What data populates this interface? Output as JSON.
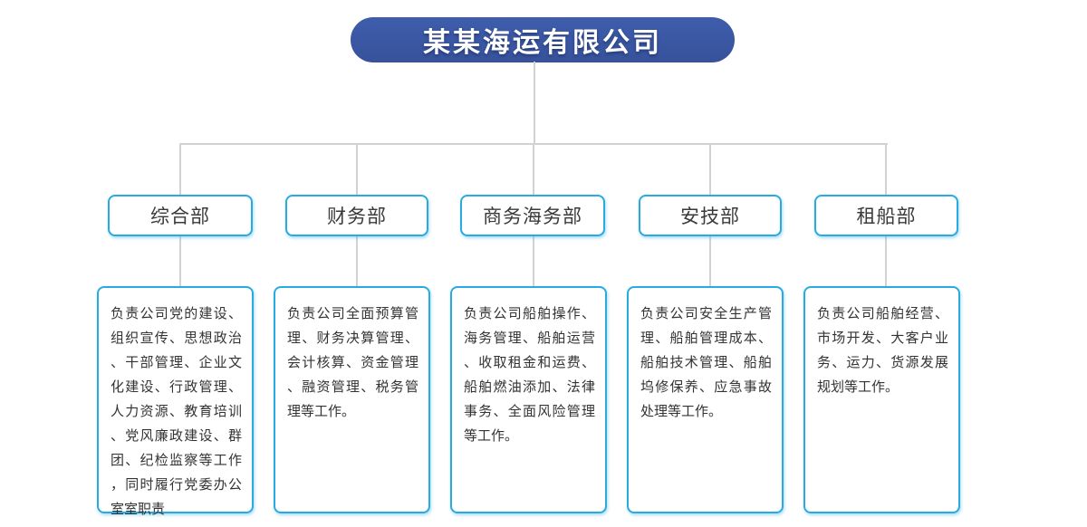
{
  "chart": {
    "root": {
      "label": "某某海运有限公司"
    },
    "departments": [
      {
        "name": "综合部",
        "description": "负责公司党的建设、组织宣传、思想政治、干部管理、企业文化建设、行政管理、人力资源、教育培训、党风廉政建设、群团、纪检监察等工作，同时履行党委办公室室职责"
      },
      {
        "name": "财务部",
        "description": "负责公司全面预算管理、财务决算管理、会计核算、资金管理、融资管理、税务管理等工作。"
      },
      {
        "name": "商务海务部",
        "description": "负责公司船舶操作、海务管理、船舶运营、收取租金和运费、船舶燃油添加、法律事务、全面风险管理等工作。"
      },
      {
        "name": "安技部",
        "description": "负责公司安全生产管理、船舶管理成本、船舶技术管理、船舶坞修保养、应急事故处理等工作。"
      },
      {
        "name": "租船部",
        "description": "负责公司船舶经营、市场开发、大客户业务、运力、货源发展规划等工作。"
      }
    ],
    "colors": {
      "header_bg": "#3a57a2",
      "header_text": "#ffffff",
      "box_border": "#29abe2",
      "connector": "#d2d2d2",
      "dept_text": "#3a3a3a",
      "desc_text": "#333333"
    }
  }
}
